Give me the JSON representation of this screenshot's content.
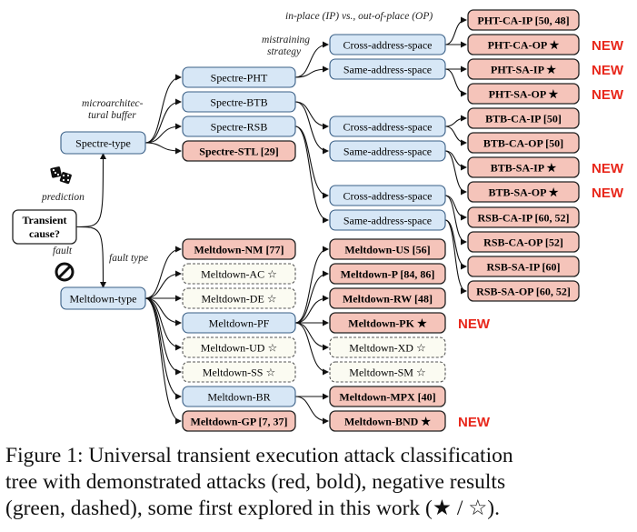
{
  "colors": {
    "blue_fill": "#d7e7f6",
    "blue_stroke": "#3a5f86",
    "red_fill": "#f5c4ba",
    "red_stroke": "#222222",
    "neutral_fill": "#fbfbf2",
    "neutral_stroke": "#555555",
    "new_label": "#e8271b",
    "edge": "#111111"
  },
  "icons": {
    "prediction": "dice-icon",
    "fault": "prohibited-icon"
  },
  "labels": {
    "ip_op": "in-place (IP) vs., out-of-place (OP)",
    "mistraining_1": "mistraining",
    "mistraining_2": "strategy",
    "micro_1": "microarchitec-",
    "micro_2": "tural buffer",
    "prediction": "prediction",
    "fault": "fault",
    "fault_type": "fault type"
  },
  "new_label": "NEW",
  "nodes": {
    "root": "Transient cause?",
    "spectre": "Spectre-type",
    "meltdown": "Meltdown-type",
    "spectre_pht": "Spectre-PHT",
    "spectre_btb": "Spectre-BTB",
    "spectre_rsb": "Spectre-RSB",
    "spectre_stl": "Spectre-STL [29]",
    "pht_ca": "Cross-address-space",
    "pht_sa": "Same-address-space",
    "btb_ca": "Cross-address-space",
    "btb_sa": "Same-address-space",
    "rsb_ca": "Cross-address-space",
    "rsb_sa": "Same-address-space",
    "pht_ca_ip": "PHT-CA-IP [50, 48]",
    "pht_ca_op": "PHT-CA-OP ★",
    "pht_sa_ip": "PHT-SA-IP ★",
    "pht_sa_op": "PHT-SA-OP ★",
    "btb_ca_ip": "BTB-CA-IP [50]",
    "btb_ca_op": "BTB-CA-OP [50]",
    "btb_sa_ip": "BTB-SA-IP ★",
    "btb_sa_op": "BTB-SA-OP ★",
    "rsb_ca_ip": "RSB-CA-IP [60, 52]",
    "rsb_ca_op": "RSB-CA-OP [52]",
    "rsb_sa_ip": "RSB-SA-IP [60]",
    "rsb_sa_op": "RSB-SA-OP [60, 52]",
    "md_nm": "Meltdown-NM [77]",
    "md_ac": "Meltdown-AC ☆",
    "md_de": "Meltdown-DE ☆",
    "md_pf": "Meltdown-PF",
    "md_ud": "Meltdown-UD ☆",
    "md_ss": "Meltdown-SS ☆",
    "md_br": "Meltdown-BR",
    "md_gp": "Meltdown-GP [7, 37]",
    "md_us": "Meltdown-US [56]",
    "md_p": "Meltdown-P [84, 86]",
    "md_rw": "Meltdown-RW [48]",
    "md_pk": "Meltdown-PK ★",
    "md_xd": "Meltdown-XD ☆",
    "md_sm": "Meltdown-SM ☆",
    "md_mpx": "Meltdown-MPX [40]",
    "md_bnd": "Meltdown-BND ★"
  },
  "caption": {
    "line1": "Figure 1: Universal transient execution attack classification",
    "line2": "tree with demonstrated attacks (red, bold), negative results",
    "line3": "(green, dashed), some first explored in this work (★ / ☆)."
  }
}
